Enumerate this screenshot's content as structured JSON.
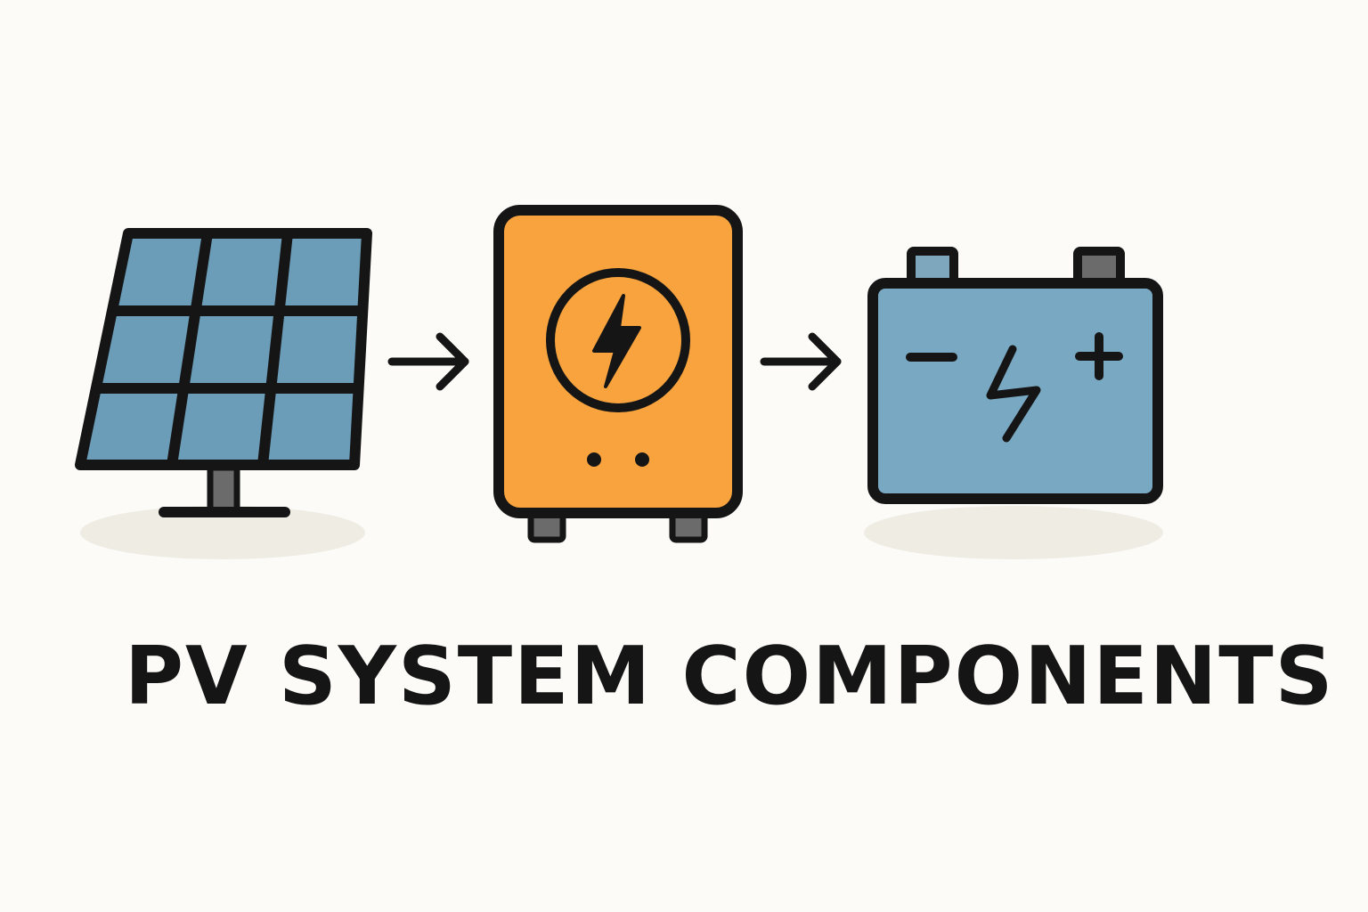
{
  "title": "PV SYSTEM COMPONENTS",
  "flow": [
    {
      "component": "solar-panel",
      "icon": "solar-panel-icon"
    },
    {
      "component": "inverter",
      "icon": "inverter-icon",
      "symbol": "lightning-bolt-icon"
    },
    {
      "component": "battery",
      "icon": "battery-icon",
      "terminals": [
        "−",
        "+"
      ],
      "symbol": "lightning-bolt-icon"
    }
  ],
  "colors": {
    "background": "#fcfbf8",
    "outline": "#151515",
    "panel_cell": "#6b9db8",
    "inverter_body": "#f8a33d",
    "battery_body": "#79a8c2",
    "terminal_left": "#7ea6bd",
    "terminal_right": "#6b6b6b",
    "stand": "#6b6b6b",
    "shadow": "#efece4"
  }
}
